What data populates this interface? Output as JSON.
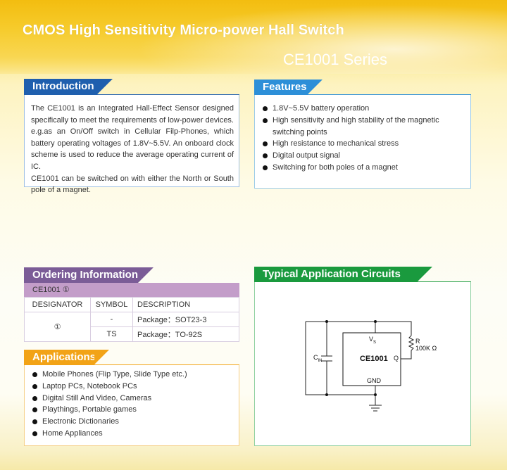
{
  "header": {
    "title": "CMOS High Sensitivity Micro-power Hall Switch",
    "series": "CE1001 Series"
  },
  "introduction": {
    "heading": "Introduction",
    "paragraphs": [
      "The CE1001 is an Integrated Hall-Effect Sensor designed specifically to meet the requirements of low-power devices. e.g.as an On/Off switch in Cellular Filp-Phones, which battery operating voltages of 1.8V~5.5V. An onboard clock scheme is used to reduce the average operating current of IC.",
      "CE1001 can be switched on with either the North or South pole of a magnet."
    ]
  },
  "features": {
    "heading": "Features",
    "items": [
      "1.8V~5.5V battery operation",
      "High sensitivity and high stability of the magnetic switching points",
      "High resistance to mechanical stress",
      "Digital output signal",
      "Switching for both poles of a magnet"
    ]
  },
  "ordering": {
    "heading": "Ordering Information",
    "part": "CE1001 ①",
    "columns": [
      "DESIGNATOR",
      "SYMBOL",
      "DESCRIPTION"
    ],
    "designator": "①",
    "rows": [
      {
        "symbol": "-",
        "description": "Package：SOT23-3"
      },
      {
        "symbol": "TS",
        "description": "Package：TO-92S"
      }
    ]
  },
  "applications": {
    "heading": "Applications",
    "items": [
      "Mobile Phones (Flip Type, Slide Type etc.)",
      "Laptop PCs, Notebook PCs",
      "Digital Still And Video, Cameras",
      "Playthings, Portable games",
      "Electronic Dictionaries",
      "Home Appliances"
    ]
  },
  "circuit": {
    "heading": "Typical Application Circuits",
    "chip": "CE1001",
    "vs": "V",
    "vs_sub": "S",
    "q": "Q",
    "gnd": "GND",
    "cin": "C",
    "cin_sub": "IN",
    "r": "R",
    "r_value": "100K Ω"
  },
  "colors": {
    "intro": "#1f5fae",
    "features": "#2d8fd8",
    "ordering": "#7b5c97",
    "ordering_sub": "#c39dc9",
    "applications": "#f2a317",
    "circuit": "#1a9a3e"
  }
}
